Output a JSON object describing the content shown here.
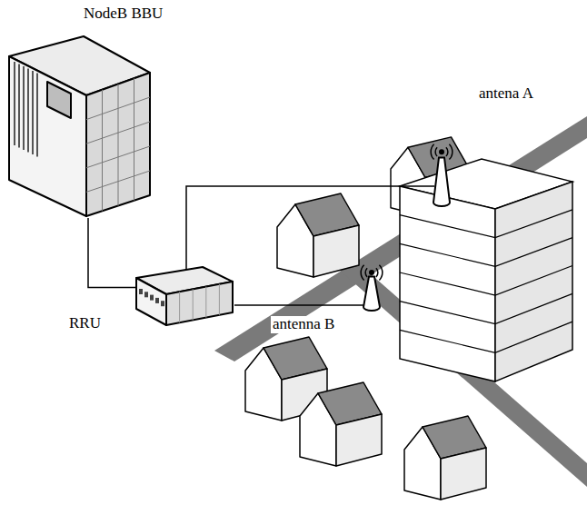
{
  "diagram": {
    "nodes": [
      {
        "text": [
          "NodeB BBU"
        ]
      },
      {
        "text": [
          "RRU"
        ]
      },
      {
        "text": [
          "antena A"
        ]
      },
      {
        "text": [
          "antenna B"
        ]
      }
    ],
    "edges": [
      {
        "from": 0,
        "to": 1,
        "arrow": "none"
      },
      {
        "from": 1,
        "to": 2,
        "arrow": "none"
      },
      {
        "from": 1,
        "to": 3,
        "arrow": "none"
      }
    ]
  }
}
